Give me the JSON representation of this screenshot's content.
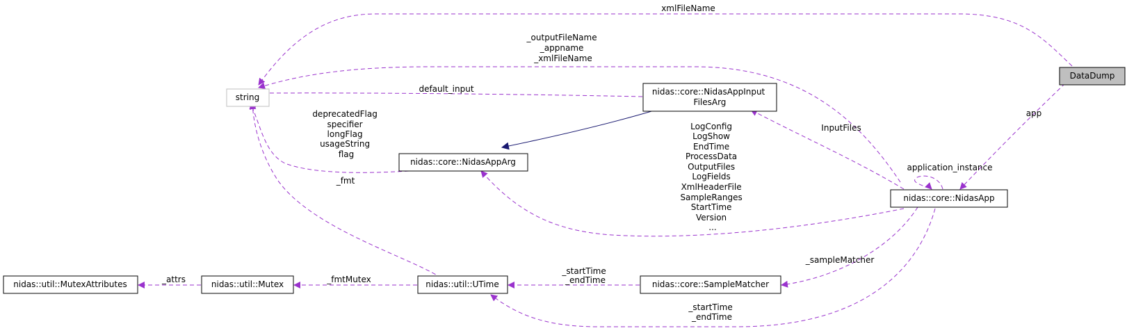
{
  "nodes": {
    "string": "string",
    "datadump": "DataDump",
    "nidasapp_input_files_arg": [
      "nidas::core::NidasAppInput",
      "FilesArg"
    ],
    "nidasapparg": "nidas::core::NidasAppArg",
    "nidasapp": "nidas::core::NidasApp",
    "mutexattributes": "nidas::util::MutexAttributes",
    "mutex": "nidas::util::Mutex",
    "utime": "nidas::util::UTime",
    "samplematcher": "nidas::core::SampleMatcher"
  },
  "edges": {
    "xmlfilename": [
      "xmlFileName"
    ],
    "string_from_nidasapp": [
      "_outputFileName",
      "_appname",
      "_xmlFileName"
    ],
    "default_input": [
      "default_input"
    ],
    "string_from_nidasapparg": [
      "deprecatedFlag",
      "specifier",
      "longFlag",
      "usageString",
      "flag"
    ],
    "fmt": [
      "_fmt"
    ],
    "app": [
      "app"
    ],
    "application_instance": [
      "application_instance"
    ],
    "inputfiles": [
      "InputFiles"
    ],
    "nidasapparg_from_nidasapp": [
      "LogConfig",
      "LogShow",
      "EndTime",
      "ProcessData",
      "OutputFiles",
      "LogFields",
      "XmlHeaderFile",
      "SampleRanges",
      "StartTime",
      "Version",
      "..."
    ],
    "samplematcher": [
      "_sampleMatcher"
    ],
    "utime_from_samplematcher": [
      "_startTime",
      "_endTime"
    ],
    "utime_from_nidasapp": [
      "_startTime",
      "_endTime"
    ],
    "fmtmutex": [
      "_fmtMutex"
    ],
    "attrs": [
      "_attrs"
    ]
  },
  "colors": {
    "usage_edge": "#9a32cd",
    "inheritance_edge": "#191970",
    "focus_fill": "#bfbfbf",
    "undocumented_border": "#bfbfbf"
  }
}
